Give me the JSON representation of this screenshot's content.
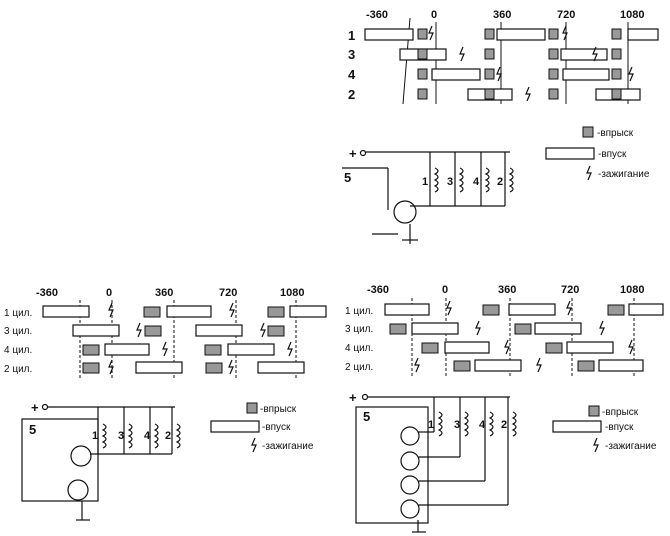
{
  "diagrams": [
    {
      "id": "top",
      "axis": [
        "-360",
        "0",
        "360",
        "720",
        "1080"
      ],
      "rows": [
        "1",
        "3",
        "4",
        "2"
      ],
      "transistors": 1,
      "five": "5",
      "plus": "+",
      "coils": [
        "1",
        "3",
        "4",
        "2"
      ],
      "legend": [
        "-впрыск",
        "-впуск",
        "-зажигание"
      ]
    },
    {
      "id": "bottom-left",
      "axis": [
        "-360",
        "0",
        "360",
        "720",
        "1080"
      ],
      "rows": [
        "1 цил.",
        "3 цил.",
        "4 цил.",
        "2 цил."
      ],
      "transistors": 2,
      "five": "5",
      "plus": "+",
      "coils": [
        "1",
        "3",
        "4",
        "2"
      ],
      "legend": [
        "-впрыск",
        "-впуск",
        "-зажигание"
      ]
    },
    {
      "id": "bottom-right",
      "axis": [
        "-360",
        "0",
        "360",
        "720",
        "1080"
      ],
      "rows": [
        "1 цил.",
        "3 цил.",
        "4 цил.",
        "2 цил."
      ],
      "transistors": 4,
      "five": "5",
      "plus": "+",
      "coils": [
        "1",
        "3",
        "4",
        "2"
      ],
      "legend": [
        "-впрыск",
        "-впуск",
        "-зажигание"
      ]
    }
  ]
}
